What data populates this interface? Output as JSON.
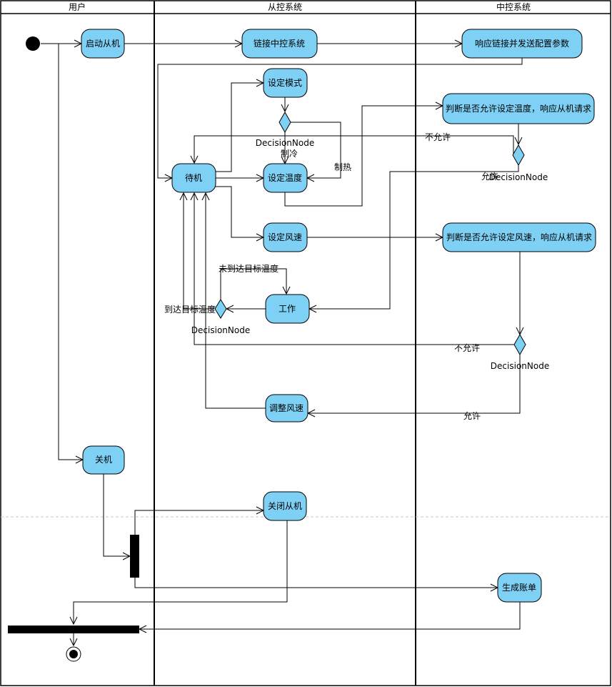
{
  "lanes": {
    "user": "用户",
    "slave": "从控系统",
    "central": "中控系统"
  },
  "nodes": {
    "start_slave": "启动从机",
    "link_central": "链接中控系统",
    "respond_link": "响应链接并发送配置参数",
    "set_mode": "设定模式",
    "standby": "待机",
    "set_temp": "设定温度",
    "judge_temp": "判断是否允许设定温度，响应从机请求",
    "set_speed": "设定风速",
    "judge_speed": "判断是否允许设定风速，响应从机请求",
    "work": "工作",
    "adjust_speed": "调整风速",
    "power_off": "关机",
    "close_slave": "关闭从机",
    "gen_bill": "生成账单"
  },
  "decisions": {
    "mode": "DecisionNode",
    "temp_allow": "DecisionNode",
    "work_temp": "DecisionNode",
    "speed_allow": "DecisionNode"
  },
  "edge_labels": {
    "cool": "制冷",
    "heat": "制热",
    "not_allow_1": "不允许",
    "allow_1": "允许",
    "not_reached": "未到达目标温度",
    "reached": "到达目标温度",
    "not_allow_2": "不允许",
    "allow_2": "允许"
  },
  "colors": {
    "node_fill": "#7fd0f5",
    "stroke": "#000000",
    "divider": "#c8c8c8"
  }
}
